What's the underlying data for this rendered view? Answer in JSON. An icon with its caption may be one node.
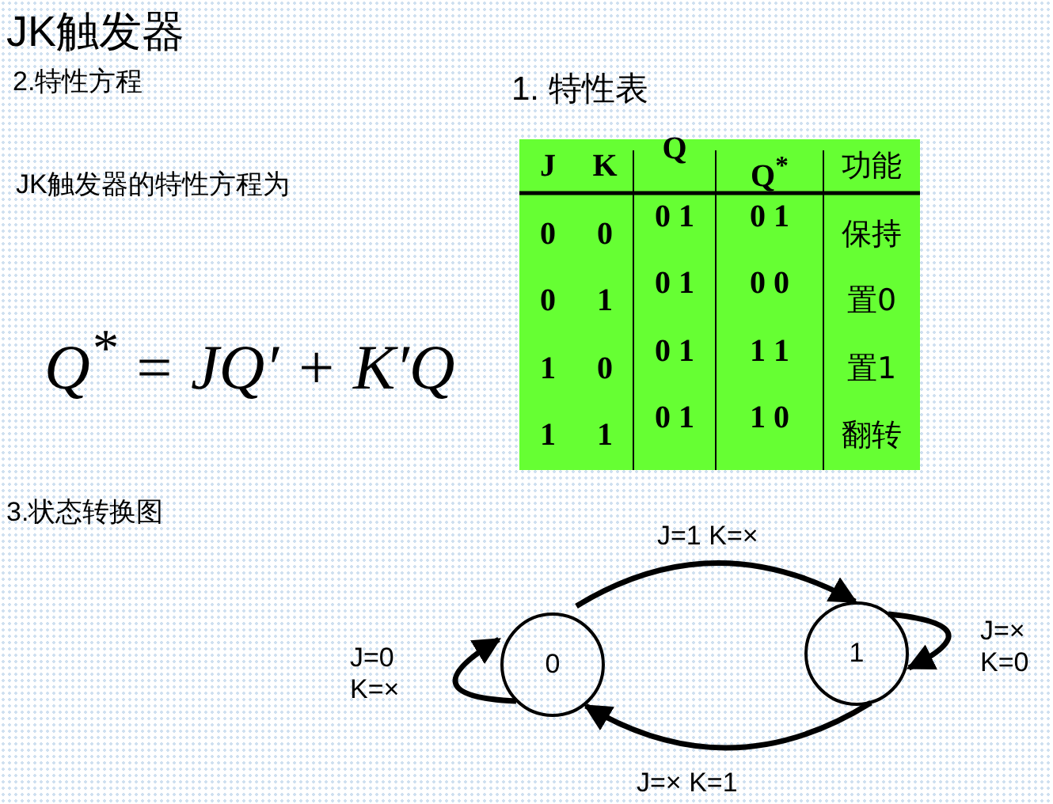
{
  "diagram": {
    "title": "JK触发器",
    "nodes": [
      {
        "text": [
          "0"
        ]
      },
      {
        "text": [
          "1"
        ]
      }
    ],
    "edges": [
      {
        "from": 0,
        "to": 0,
        "arrow": "to",
        "label": "J=0 K=×"
      },
      {
        "from": 0,
        "to": 1,
        "arrow": "to",
        "label": "J=1  K=×"
      },
      {
        "from": 1,
        "to": 0,
        "arrow": "to",
        "label": "J=×  K=1"
      },
      {
        "from": 1,
        "to": 1,
        "arrow": "to",
        "label": "J=× K=0"
      }
    ],
    "labels": [
      "2.特性方程",
      "JK触发器的特性方程为",
      "Q$^{*}$ = JQ′ + K′Q",
      "1. 特性表",
      "J",
      "K",
      "Q",
      "Q$^{*}$",
      "功能",
      "0",
      "0",
      "0 1",
      "0 1",
      "保持",
      "0",
      "1",
      "0 1",
      "0 0",
      "置0",
      "1",
      "0",
      "0 1",
      "1 1",
      "置1",
      "1",
      "1",
      "0 1",
      "1 0",
      "翻转",
      "3.状态转换图"
    ]
  }
}
